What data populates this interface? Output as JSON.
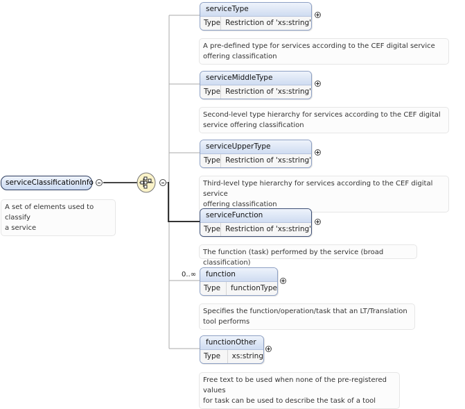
{
  "root": {
    "name": "serviceClassificationInfo",
    "doc": [
      "A set of elements used to classify",
      "a service"
    ]
  },
  "children": [
    {
      "name": "serviceType",
      "type_label": "Type",
      "type_value": "Restriction of 'xs:string'",
      "doc": [
        "A pre-defined type for services according to the CEF digital service",
        "offering classification"
      ]
    },
    {
      "name": "serviceMiddleType",
      "type_label": "Type",
      "type_value": "Restriction of 'xs:string'",
      "doc": [
        "Second-level type hierarchy for services according to the CEF digital",
        "service offering classification"
      ]
    },
    {
      "name": "serviceUpperType",
      "type_label": "Type",
      "type_value": "Restriction of 'xs:string'",
      "doc": [
        "Third-level type hierarchy for services according to the CEF digital service",
        "offering classification"
      ]
    },
    {
      "name": "serviceFunction",
      "type_label": "Type",
      "type_value": "Restriction of 'xs:string'",
      "doc": [
        "The function (task) performed by the service (broad classification)"
      ]
    },
    {
      "name": "function",
      "type_label": "Type",
      "type_value": "functionType",
      "occurrence": "0..∞",
      "doc": [
        "Specifies the function/operation/task that an LT/Translation",
        "tool performs"
      ]
    },
    {
      "name": "functionOther",
      "type_label": "Type",
      "type_value": "xs:string",
      "doc": [
        "Free text to be used when none of the pre-registered values",
        "for task can be used to describe the task of a tool"
      ]
    }
  ]
}
